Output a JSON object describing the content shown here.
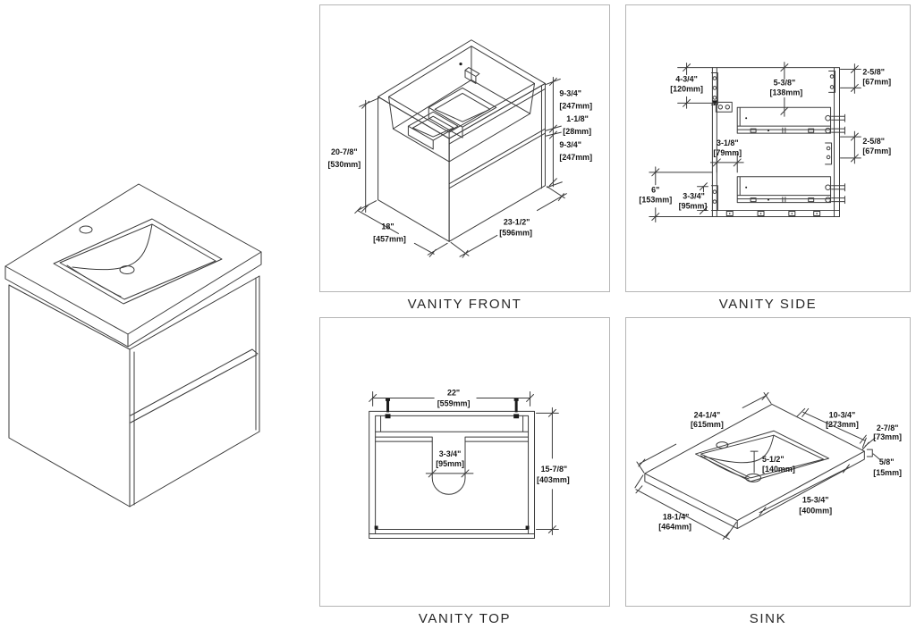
{
  "colors": {
    "line": "#3b3b3b",
    "panel_border": "#b5b5b5",
    "text": "#161616",
    "background": "#ffffff"
  },
  "panels": {
    "front": {
      "label": "VANITY FRONT",
      "dims": {
        "height": {
          "in": "20-7/8\"",
          "mm": "[530mm]"
        },
        "depth": {
          "in": "18\"",
          "mm": "[457mm]"
        },
        "width": {
          "in": "23-1/2\"",
          "mm": "[596mm]"
        },
        "top_drawer": {
          "in": "9-3/4\"",
          "mm": "[247mm]"
        },
        "drawer_gap": {
          "in": "1-1/8\"",
          "mm": "[28mm]"
        },
        "bottom_drawer": {
          "in": "9-3/4\"",
          "mm": "[247mm]"
        }
      }
    },
    "side": {
      "label": "VANITY SIDE",
      "dims": {
        "back_offset": {
          "in": "4-3/4\"",
          "mm": "[120mm]"
        },
        "top_inset": {
          "in": "5-3/8\"",
          "mm": "[138mm]"
        },
        "upper_right": {
          "in": "2-5/8\"",
          "mm": "[67mm]"
        },
        "mid_spacing": {
          "in": "3-1/8\"",
          "mm": "[79mm]"
        },
        "lower_right": {
          "in": "2-5/8\"",
          "mm": "[67mm]"
        },
        "bottom_height": {
          "in": "6\"",
          "mm": "[153mm]"
        },
        "toe_space": {
          "in": "3-3/4\"",
          "mm": "[95mm]"
        }
      }
    },
    "top": {
      "label": "VANITY TOP",
      "dims": {
        "width": {
          "in": "22\"",
          "mm": "[559mm]"
        },
        "cutout": {
          "in": "3-3/4\"",
          "mm": "[95mm]"
        },
        "depth": {
          "in": "15-7/8\"",
          "mm": "[403mm]"
        }
      }
    },
    "sink": {
      "label": "SINK",
      "dims": {
        "width": {
          "in": "24-1/4\"",
          "mm": "[615mm]"
        },
        "basin_width": {
          "in": "10-3/4\"",
          "mm": "[273mm]"
        },
        "back_ledge": {
          "in": "2-7/8\"",
          "mm": "[73mm]"
        },
        "thickness": {
          "in": "5/8\"",
          "mm": "[15mm]"
        },
        "faucet_offset": {
          "in": "5-1/2\"",
          "mm": "[140mm]"
        },
        "basin_depth": {
          "in": "15-3/4\"",
          "mm": "[400mm]"
        },
        "depth": {
          "in": "18-1/4\"",
          "mm": "[464mm]"
        }
      }
    }
  }
}
